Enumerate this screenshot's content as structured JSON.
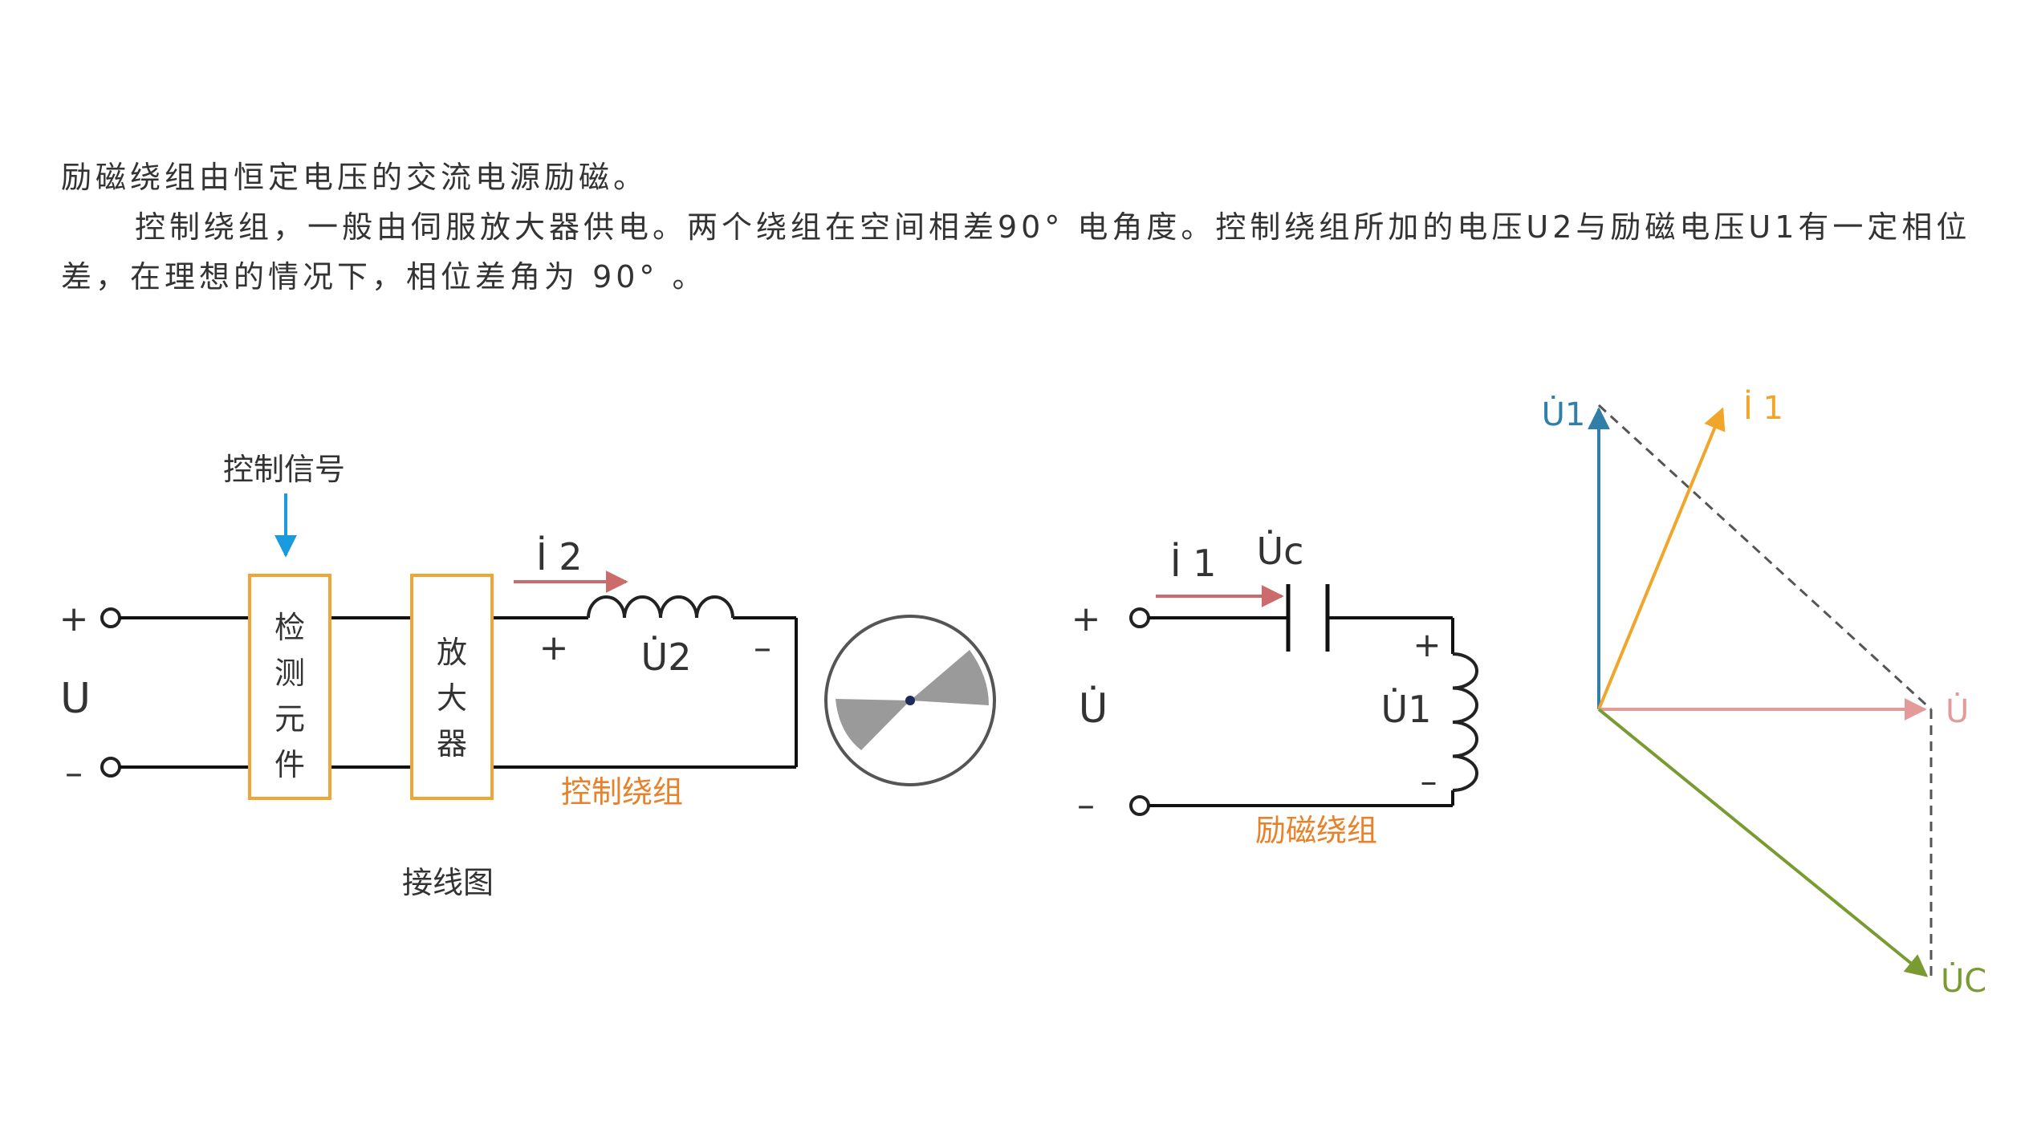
{
  "text": {
    "para1": "励磁绕组由恒定电压的交流电源励磁。",
    "para2": "控制绕组，一般由伺服放大器供电。两个绕组在空间相差90° 电角度。控制绕组所加的电压U2与励磁电压U1有一定相位差，在理想的情况下，相位差角为 90° 。"
  },
  "wiring": {
    "control_signal": "控制信号",
    "plus": "+",
    "minus": "–",
    "source": "U",
    "detector": [
      "检",
      "测",
      "元",
      "件"
    ],
    "amplifier": [
      "放",
      "大",
      "器"
    ],
    "current": "İ 2",
    "coil_plus": "+",
    "coil_minus": "–",
    "coil_voltage": "U̇2",
    "winding_label": "控制绕组",
    "caption": "接线图"
  },
  "excitation": {
    "plus": "+",
    "minus": "–",
    "source": "U̇",
    "current": "İ 1",
    "cap_voltage": "U̇c",
    "coil_plus": "+",
    "coil_minus": "–",
    "coil_voltage": "U̇1",
    "winding_label": "励磁绕组"
  },
  "phasor": {
    "u1": "U̇1",
    "i1": "İ 1",
    "u": "U̇",
    "uc": "U̇C"
  },
  "colors": {
    "orange_box": "#f0a534",
    "label_orange": "#e8822a",
    "blue_arrow": "#1a9be0",
    "current_arrow": "#cc6b6b",
    "u1_vector": "#2f7fa8",
    "i1_vector": "#f1a52a",
    "u_vector": "#e59a9a",
    "uc_vector": "#7a9a32",
    "dashed": "#555555",
    "rotor": "#9a9a9a"
  }
}
